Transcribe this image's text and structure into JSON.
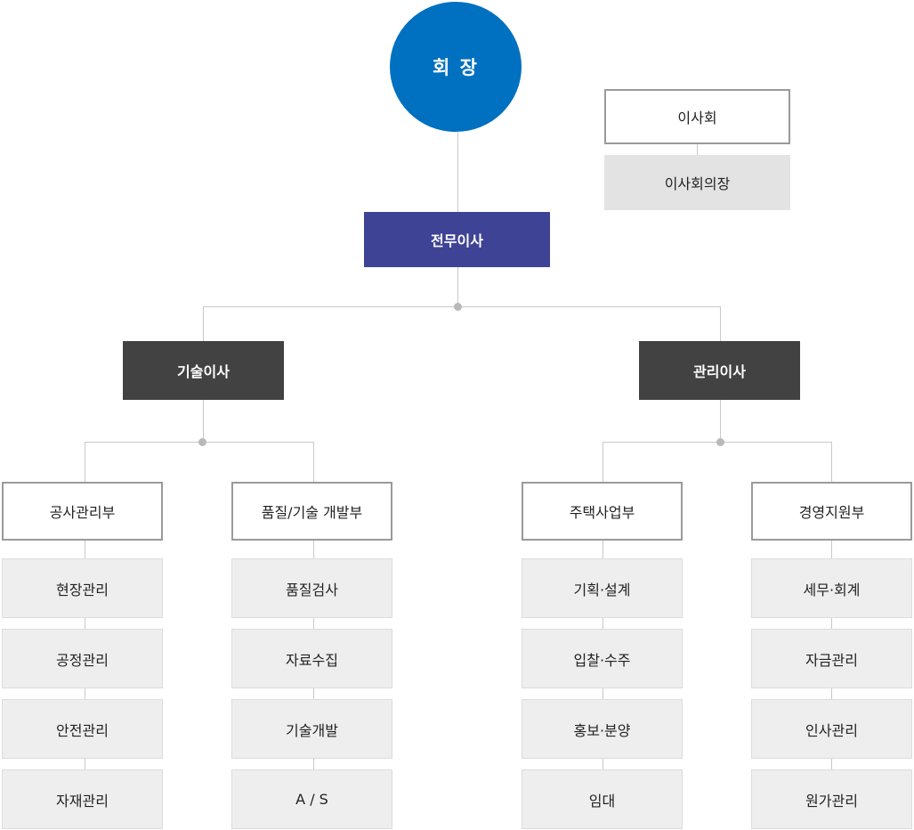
{
  "ceo": "회 장",
  "board": {
    "title": "이사회",
    "chair": "이사회의장"
  },
  "executive": "전무이사",
  "directors": {
    "tech": "기술이사",
    "admin": "관리이사"
  },
  "departments": [
    {
      "name": "공사관리부",
      "teams": [
        "현장관리",
        "공정관리",
        "안전관리",
        "자재관리"
      ]
    },
    {
      "name": "품질/기술 개발부",
      "teams": [
        "품질검사",
        "자료수집",
        "기술개발",
        "A / S"
      ]
    },
    {
      "name": "주택사업부",
      "teams": [
        "기획·설계",
        "입찰·수주",
        "홍보·분양",
        "임대"
      ]
    },
    {
      "name": "경영지원부",
      "teams": [
        "세무·회계",
        "자금관리",
        "인사관리",
        "원가관리"
      ]
    }
  ],
  "colors": {
    "ceo": "#0070c0",
    "executive": "#3e4395",
    "director": "#424242",
    "connector": "#c9c9c9"
  }
}
